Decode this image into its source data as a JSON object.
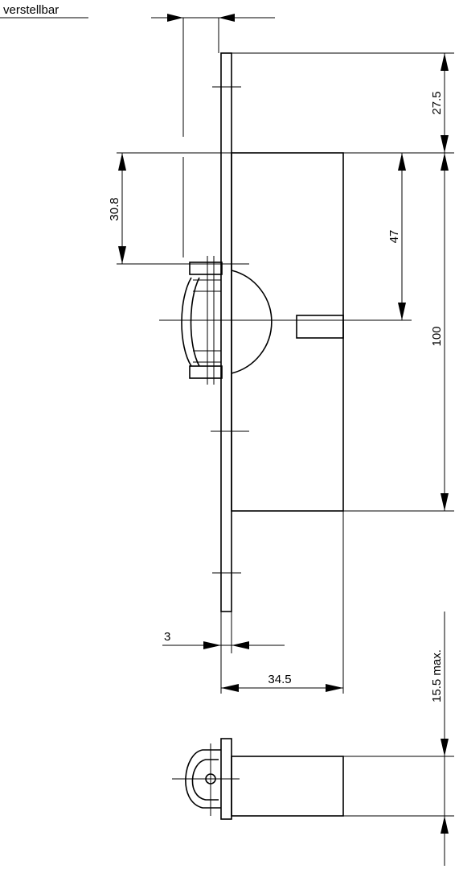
{
  "labels": {
    "adjustable": "verstellbar",
    "d_27_5": "27.5",
    "d_30_8": "30.8",
    "d_47": "47",
    "d_100": "100",
    "d_3": "3",
    "d_34_5": "34.5",
    "d_15_5": "15.5 max."
  }
}
